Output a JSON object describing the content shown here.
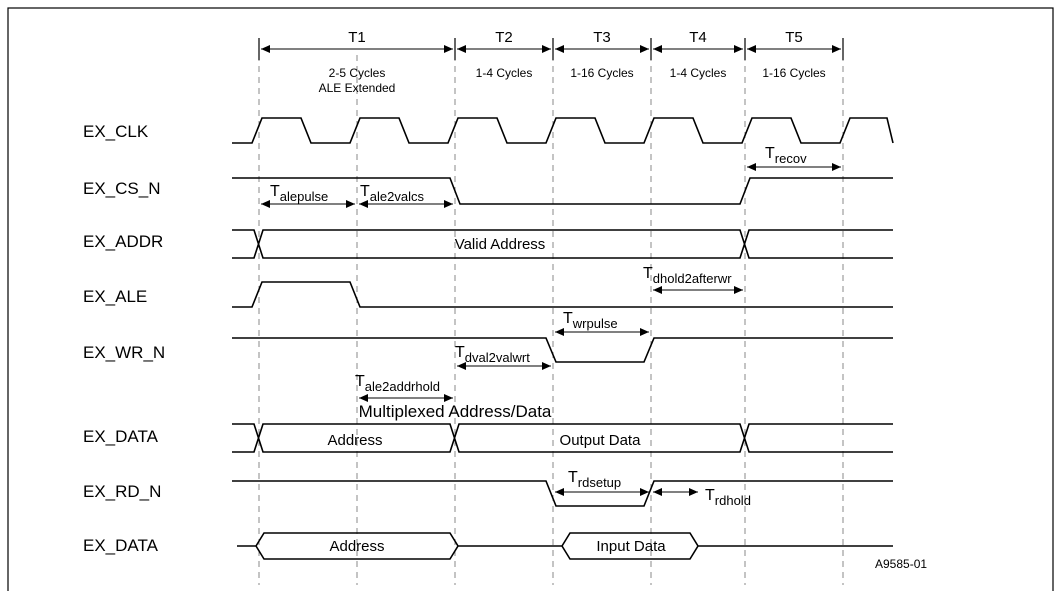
{
  "diagram": {
    "figure_id": "A9585-01",
    "periods": [
      {
        "name": "T1",
        "lines": [
          "2-5 Cycles",
          "ALE Extended"
        ]
      },
      {
        "name": "T2",
        "lines": [
          "1-4 Cycles"
        ]
      },
      {
        "name": "T3",
        "lines": [
          "1-16 Cycles"
        ]
      },
      {
        "name": "T4",
        "lines": [
          "1-4 Cycles"
        ]
      },
      {
        "name": "T5",
        "lines": [
          "1-16 Cycles"
        ]
      }
    ],
    "signals": [
      {
        "name": "EX_CLK"
      },
      {
        "name": "EX_CS_N"
      },
      {
        "name": "EX_ADDR",
        "values": [
          "Valid Address"
        ]
      },
      {
        "name": "EX_ALE"
      },
      {
        "name": "EX_WR_N"
      },
      {
        "name": "EX_DATA",
        "values": [
          "Address",
          "Output Data"
        ]
      },
      {
        "name": "EX_RD_N"
      },
      {
        "name": "EX_DATA",
        "values": [
          "Address",
          "Input Data"
        ]
      }
    ],
    "bus_note": "Multiplexed Address/Data",
    "timings": [
      {
        "base": "T",
        "sub": "alepulse"
      },
      {
        "base": "T",
        "sub": "ale2valcs"
      },
      {
        "base": "T",
        "sub": "recov"
      },
      {
        "base": "T",
        "sub": "dhold2afterwr"
      },
      {
        "base": "T",
        "sub": "wrpulse"
      },
      {
        "base": "T",
        "sub": "dval2valwrt"
      },
      {
        "base": "T",
        "sub": "ale2addrhold"
      },
      {
        "base": "T",
        "sub": "rdsetup"
      },
      {
        "base": "T",
        "sub": "rdhold"
      }
    ]
  }
}
